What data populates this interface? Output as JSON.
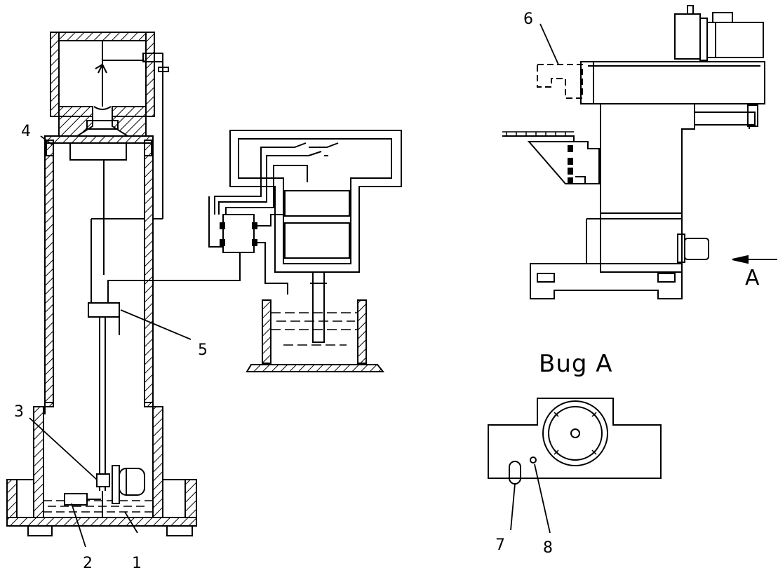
{
  "diagram": {
    "callouts": [
      "1",
      "2",
      "3",
      "4",
      "5",
      "6",
      "7",
      "8"
    ],
    "view_title": "Bug A",
    "view_arrow_label": "A"
  },
  "colors": {
    "line": "#000000",
    "background": "#ffffff"
  }
}
